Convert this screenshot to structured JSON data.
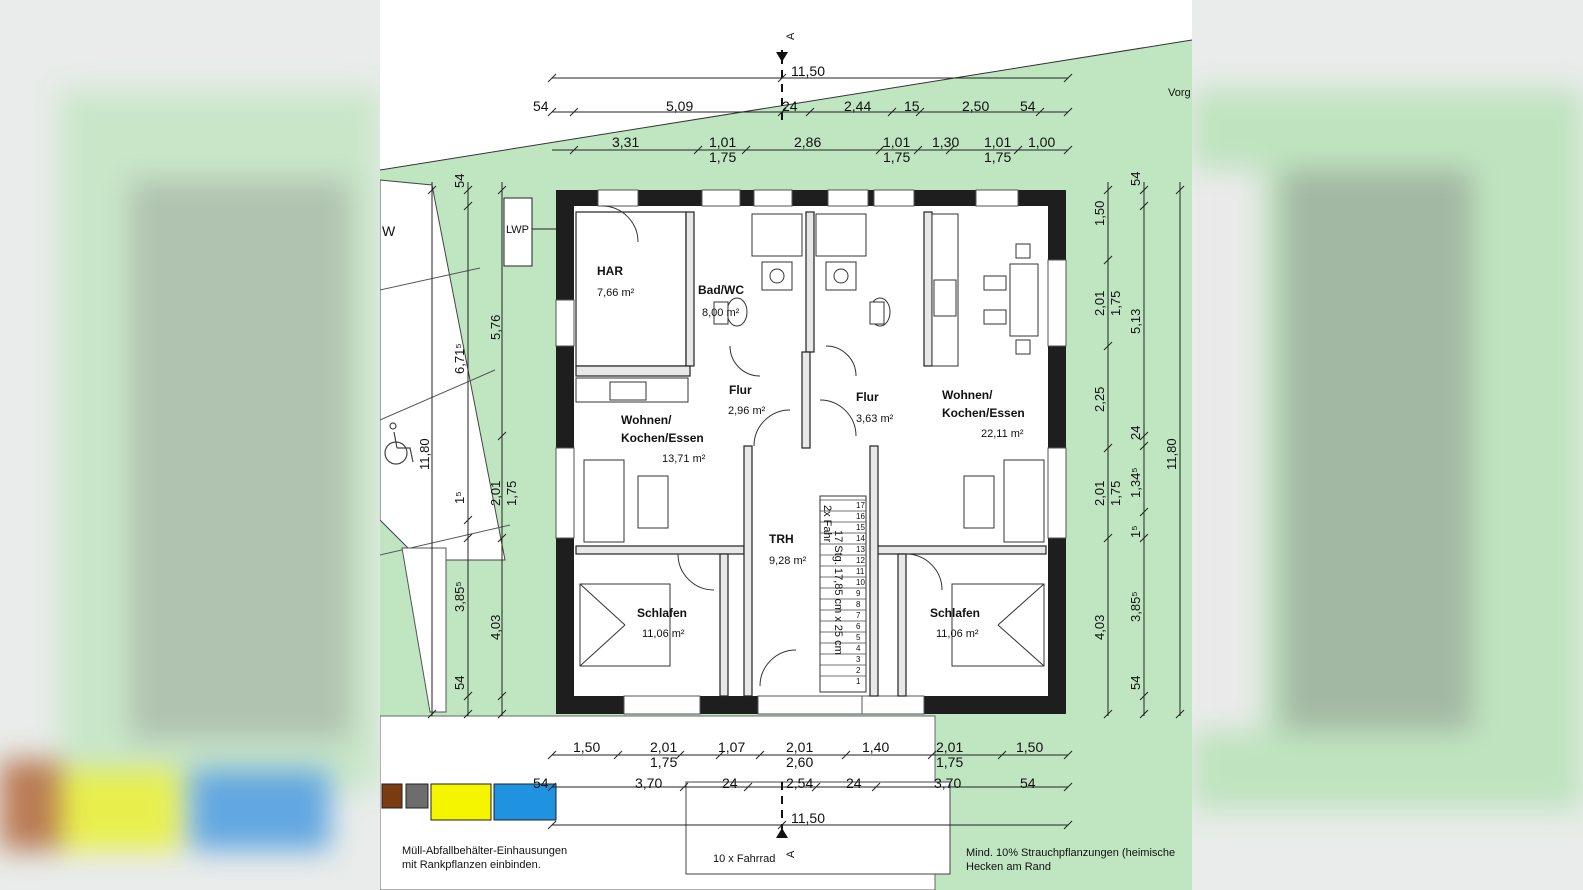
{
  "section_marks": {
    "top": "A",
    "bottom": "A"
  },
  "labels": {
    "vorg": "Vorg",
    "lwp": "LWP",
    "w": "W",
    "bike_parking": "10 x Fahrrad",
    "waste_note": [
      "Müll-Abfallbehälter-Einhausungen",
      "mit Rankpflanzen einbinden."
    ],
    "planting_note": [
      "Mind. 10% Strauchpflanzungen (heimische",
      "Hecken am Rand"
    ],
    "stair_text": [
      "2x Fahr",
      "17 Stg. 17,85 cm x 25 cm"
    ],
    "stair_steps": [
      "17",
      "16",
      "15",
      "14",
      "13",
      "12",
      "11",
      "10",
      "9",
      "8",
      "7",
      "6",
      "5",
      "4",
      "3",
      "2",
      "1"
    ]
  },
  "rooms": [
    {
      "name": "HAR",
      "area": "7,66 m²"
    },
    {
      "name": "Bad/WC",
      "area": "8,00 m²"
    },
    {
      "name": "Flur",
      "area": "2,96 m²"
    },
    {
      "name": "Flur",
      "area": "3,63 m²"
    },
    {
      "name": "Wohnen/",
      "name2": "Kochen/Essen",
      "area": "13,71 m²"
    },
    {
      "name": "Wohnen/",
      "name2": "Kochen/Essen",
      "area": "22,11 m²"
    },
    {
      "name": "TRH",
      "area": "9,28 m²"
    },
    {
      "name": "Schlafen",
      "area": "11,06 m²"
    },
    {
      "name": "Schlafen",
      "area": "11,06 m²"
    }
  ],
  "dims_top": {
    "overall": "11,50",
    "row2": [
      "54",
      "5,09",
      "24",
      "2,44",
      "15",
      "2,50",
      "54"
    ],
    "row3a": [
      "3,31",
      "1,01",
      "2,86",
      "1,01",
      "1,30",
      "1,01",
      "1,00"
    ],
    "row3b": [
      "1,75",
      "1,75",
      "1,75"
    ]
  },
  "dims_bottom": {
    "row1": [
      "1,50",
      "2,01",
      "1,07",
      "2,01",
      "1,40",
      "2,01",
      "1,50"
    ],
    "row1b": [
      "1,75",
      "2,60",
      "1,75"
    ],
    "row2": [
      "54",
      "3,70",
      "24",
      "2,54",
      "24",
      "3,70",
      "54"
    ],
    "overall": "11,50"
  },
  "dims_left": {
    "overall": "11,80",
    "col1": [
      "54",
      "6,71⁵",
      "1⁵",
      "3,85⁵",
      "54"
    ],
    "col2": [
      "5,76",
      "2,01",
      "1,75",
      "4,03"
    ]
  },
  "dims_right": {
    "overall": "11,80",
    "col1": [
      "1,50",
      "2,01",
      "1,75",
      "2,25",
      "2,01",
      "1,75",
      "4,03"
    ],
    "col2": [
      "54",
      "5,13",
      "24",
      "1,34⁵",
      "1⁵",
      "3,85⁵",
      "54"
    ]
  },
  "colors": {
    "green": "#bfe5c1",
    "wall": "#1e1e1e",
    "bin_brown": "#7a3b10",
    "bin_gray": "#6d6d6d",
    "bin_yellow": "#f5f500",
    "bin_blue": "#1f93e0"
  }
}
